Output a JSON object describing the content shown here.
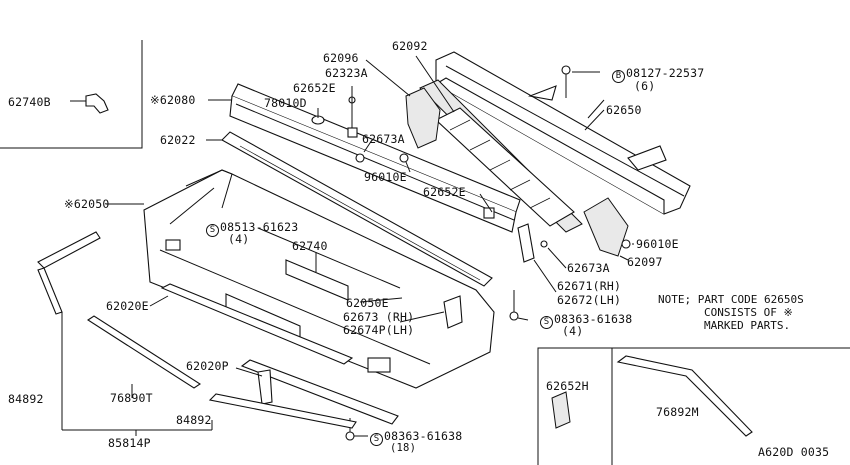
{
  "labels": {
    "p62740B": "62740B",
    "p62080": "62080",
    "p62022": "62022",
    "p62050": "62050",
    "p62096": "62096",
    "p62092": "62092",
    "p62323A": "62323A",
    "p62652E_top": "62652E",
    "p78010D": "78010D",
    "p62673A_top": "62673A",
    "p96010E_left": "96010E",
    "p62652E_mid": "62652E",
    "p08127": "08127-22537",
    "p08127_qty": "(6)",
    "p62650": "62650",
    "p96010E_right": "96010E",
    "p62097": "62097",
    "p62673A_right": "62673A",
    "p62671": "62671(RH)",
    "p62672": "62672(LH)",
    "p08513": "08513-61623",
    "p08513_qty": "(4)",
    "p62740": "62740",
    "p62050E": "62050E",
    "p62673RH": "62673 (RH)",
    "p62674LH": "62674P(LH)",
    "p08363_mid": "08363-61638",
    "p08363_mid_qty": "(4)",
    "p62020E": "62020E",
    "p62020P": "62020P",
    "p84892_left": "84892",
    "p76890T": "76890T",
    "p84892_right": "84892",
    "p85814P": "85814P",
    "p08363_bot": "08363-61638",
    "p08363_bot_qty": "(18)",
    "p62652H": "62652H",
    "p76892M": "76892M",
    "code": "A620D 0035"
  },
  "symbols": {
    "marked": "※",
    "bolt_B": "B",
    "screw_S": "S"
  },
  "note": {
    "line1": "NOTE; PART CODE 62650S",
    "line2": "CONSISTS OF ※",
    "line3": "MARKED PARTS."
  }
}
